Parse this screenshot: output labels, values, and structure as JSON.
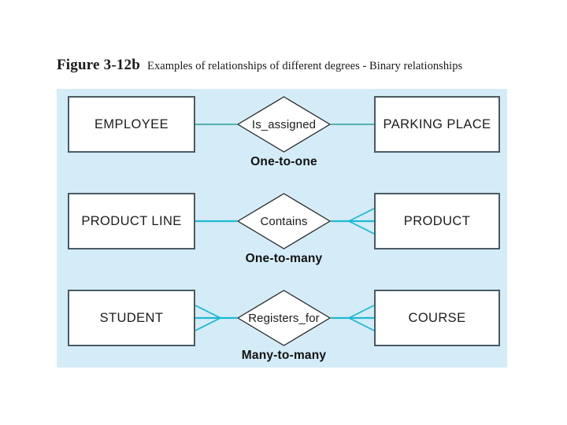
{
  "figure": {
    "label": "Figure 3-12b",
    "caption": "Examples of relationships of different degrees - Binary relationships"
  },
  "colors": {
    "panel_background": "#d4ecf8",
    "entity_border": "#4a5a63",
    "entity_fill": "#ffffff",
    "diamond_border": "#262626",
    "diamond_fill": "#ffffff",
    "connector_teal": "#2a9d93",
    "connector_cyan": "#1fb8d4",
    "text": "#1c1c1c"
  },
  "diagram": {
    "relationships": [
      {
        "left_entity": "EMPLOYEE",
        "relationship": "Is_assigned",
        "right_entity": "PARKING PLACE",
        "cardinality": "One-to-one",
        "left_crowfoot": false,
        "right_crowfoot": false,
        "line_color": "#2a9d93"
      },
      {
        "left_entity": "PRODUCT LINE",
        "relationship": "Contains",
        "right_entity": "PRODUCT",
        "cardinality": "One-to-many",
        "left_crowfoot": false,
        "right_crowfoot": true,
        "line_color": "#1fb8d4"
      },
      {
        "left_entity": "STUDENT",
        "relationship": "Registers_for",
        "right_entity": "COURSE",
        "cardinality": "Many-to-many",
        "left_crowfoot": true,
        "right_crowfoot": true,
        "line_color": "#1fb8d4"
      }
    ]
  }
}
